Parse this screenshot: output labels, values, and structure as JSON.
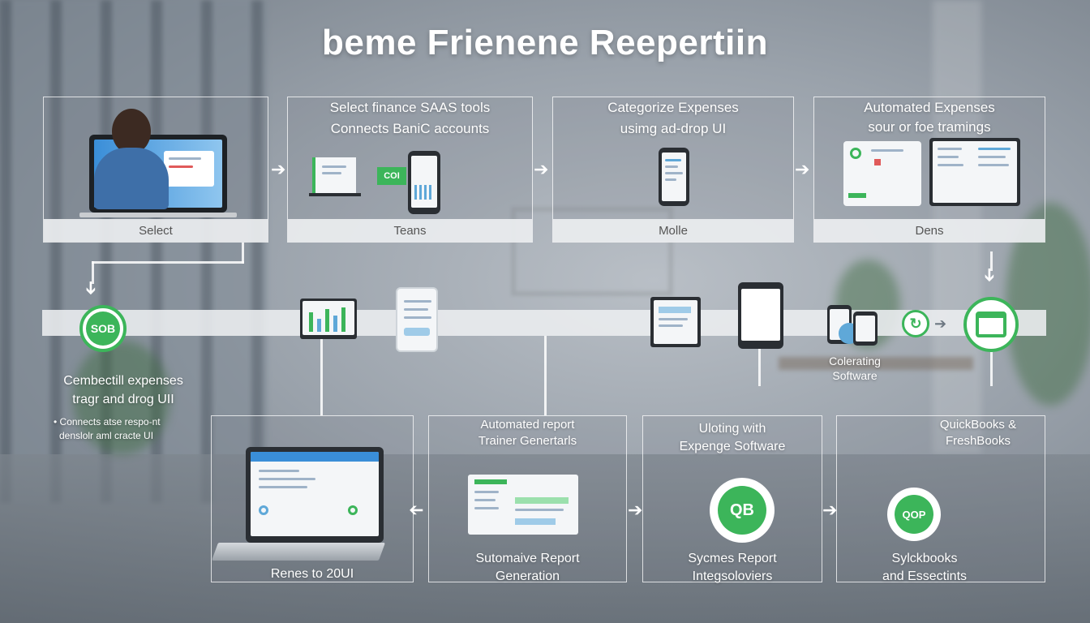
{
  "title": "beme Frienene Reepertiin",
  "top_panels": [
    {
      "lines": [],
      "footer": "Select"
    },
    {
      "lines": [
        "Select finance SAAS tools",
        "Connects BaniC accounts"
      ],
      "footer": "Teans",
      "badge": "COI"
    },
    {
      "lines": [
        "Categorize Expenses",
        "usimg ad-drop UI"
      ],
      "footer": "Molle"
    },
    {
      "lines": [
        "Automated Expenses",
        "sour or foe tramings"
      ],
      "footer": "Dens"
    }
  ],
  "band": {
    "left_badge": "SOB",
    "colerating_label": [
      "Colerating",
      "Software"
    ]
  },
  "left_text": {
    "main": [
      "Cembectill expenses",
      "tragr and drog UII"
    ],
    "bullet": [
      "Connects atse respo-nt",
      "denslolr aml cracte UI"
    ]
  },
  "bottom_panels": [
    {
      "top_lines": [],
      "bottom_lines": [
        "Renes to 20UI"
      ]
    },
    {
      "top_lines": [
        "Automated report",
        "Trainer Genertarls"
      ],
      "bottom_lines": [
        "Sutomaive Report",
        "Generation"
      ]
    },
    {
      "top_lines": [
        "Uloting with",
        "Expenge Software"
      ],
      "bottom_lines": [
        "Sycmes Report",
        "Integsoloviers"
      ],
      "logo": "QB"
    },
    {
      "top_lines": [
        "QuickBooks &",
        "FreshBooks"
      ],
      "bottom_lines": [
        "Sylckbooks",
        "and Essectints"
      ],
      "logo": "QOP"
    }
  ],
  "colors": {
    "accent_green": "#3cb55a",
    "panel_border": "#ffffff"
  }
}
